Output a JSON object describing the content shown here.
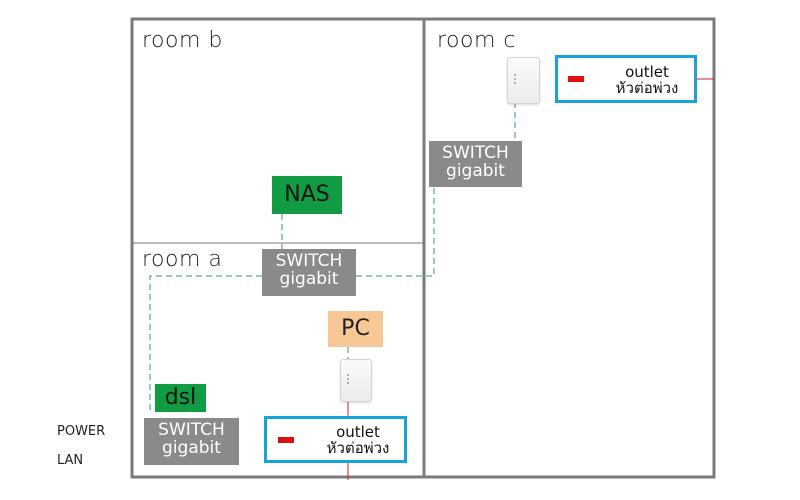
{
  "rooms": [
    {
      "id": "room-b",
      "label": "room b"
    },
    {
      "id": "room-c",
      "label": "room c"
    },
    {
      "id": "room-a",
      "label": "room a"
    }
  ],
  "devices": {
    "nas": {
      "label": "NAS"
    },
    "pc": {
      "label": "PC"
    },
    "dsl": {
      "label": "dsl"
    },
    "switch_a": {
      "line1": "SWITCH",
      "line2": "gigabit"
    },
    "switch_c": {
      "line1": "SWITCH",
      "line2": "gigabit"
    },
    "switch_dsl": {
      "line1": "SWITCH",
      "line2": "gigabit"
    }
  },
  "outlets": {
    "outlet_a": {
      "line1": "outlet",
      "line2": "หัวต่อพ่วง"
    },
    "outlet_c": {
      "line1": "outlet",
      "line2": "หัวต่อพ่วง"
    }
  },
  "legend": {
    "power": "POWER",
    "lan": "LAN"
  },
  "colors": {
    "wall": "#7a7a7a",
    "lan_line": "#2a9d6a",
    "power_line": "#cc2222",
    "switch": "#8a8a8a",
    "nas": "#119c44",
    "pc": "#f7c896",
    "outlet_border": "#1aa3d9"
  }
}
